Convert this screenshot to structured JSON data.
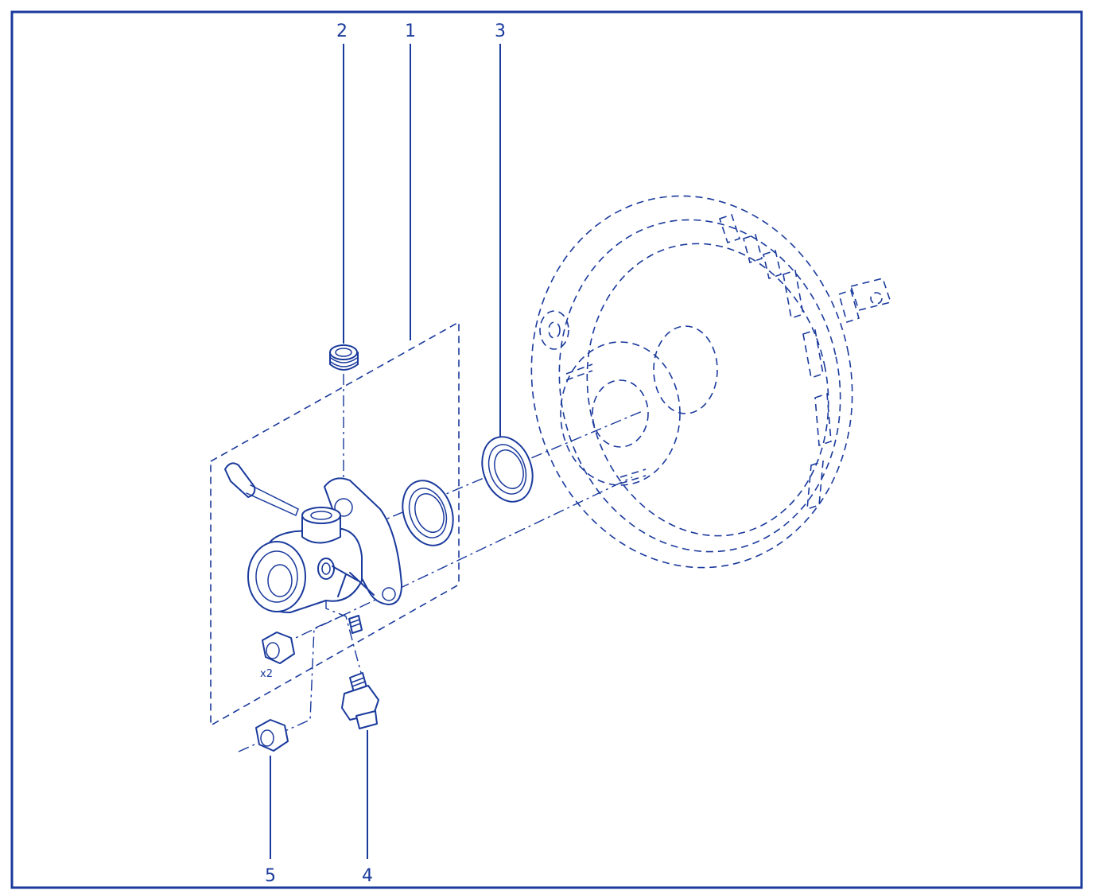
{
  "diagram": {
    "colors": {
      "line": "#1a3a9c",
      "background": "#ffffff"
    },
    "callouts": [
      {
        "id": "1",
        "label": "1"
      },
      {
        "id": "2",
        "label": "2"
      },
      {
        "id": "3",
        "label": "3"
      },
      {
        "id": "4",
        "label": "4"
      },
      {
        "id": "5",
        "label": "5"
      }
    ],
    "quantity_note": "x2"
  }
}
